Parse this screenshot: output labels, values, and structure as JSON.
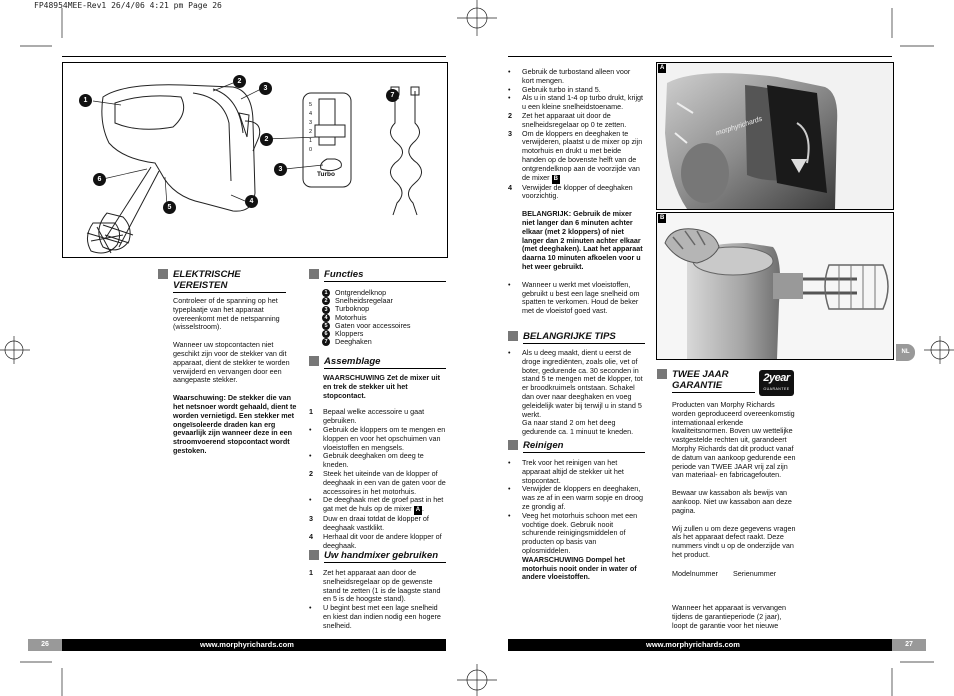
{
  "print_header": "FP48954MEE-Rev1  26/4/06  4:21 pm  Page 26",
  "diagram": {
    "callouts": [
      "1",
      "2",
      "3",
      "2",
      "3",
      "4",
      "5",
      "6",
      "7"
    ],
    "speed_marks": [
      "5",
      "4",
      "3",
      "2",
      "1",
      "0"
    ],
    "turbo_label": "Turbo"
  },
  "left": {
    "elec": {
      "title_1": "ELEKTRISCHE",
      "title_2": "VEREISTEN",
      "p1": "Controleer of de spanning op het typeplaatje van het apparaat overeenkomt met de netspanning (wisselstroom).",
      "p2": "Wanneer uw stopcontacten niet geschikt zijn voor de stekker van dit apparaat, dient de stekker te worden verwijderd en vervangen door een aangepaste stekker.",
      "p3": "Waarschuwing: De stekker die van het netsnoer wordt gehaald, dient te worden vernietigd. Een stekker met ongeïsoleerde draden kan erg gevaarlijk zijn wanneer deze in een stroomvoerend stopcontact wordt gestoken."
    },
    "functies": {
      "title": "Functies",
      "items": [
        "Ontgrendelknop",
        "Snelheidsregelaar",
        "Turboknop",
        "Motorhuis",
        "Gaten voor accessoires",
        "Kloppers",
        "Deeghaken"
      ],
      "nums": [
        "1",
        "2",
        "3",
        "4",
        "5",
        "6",
        "7"
      ]
    },
    "assemblage": {
      "title": "Assemblage",
      "warning": "WAARSCHUWING Zet de mixer uit en trek de stekker uit het stopcontact.",
      "s1": "Bepaal welke accessoire u gaat gebruiken.",
      "b1": "Gebruik de kloppers om te mengen en kloppen en voor het opschuimen van vloeistoffen en mengsels.",
      "b2": "Gebruik deeghaken om deeg te kneden.",
      "s2": "Steek het uiteinde van de klopper of deeghaak in een van de gaten voor de accessoires in het motorhuis.",
      "b3": "De deeghaak met de groef past in het gat met de huls op de mixer",
      "box_a": "A",
      "s3": "Duw en draai totdat de klopper of deeghaak vastklikt.",
      "s4": "Herhaal dit voor de andere klopper of deeghaak."
    },
    "handmixer": {
      "title": "Uw handmixer gebruiken",
      "s1": "Zet het apparaat aan door de snelheidsregelaar op de gewenste stand te zetten (1 is de laagste stand en 5 is de hoogste stand).",
      "b1": "U begint best met een lage snelheid en kiest dan indien nodig een hogere snelheid."
    },
    "footer_url": "www.morphyrichards.com",
    "page_num": "26"
  },
  "right": {
    "col1": {
      "b1": "Gebruik de turbostand alleen voor kort mengen.",
      "b2": "Gebruik turbo in stand 5.",
      "b3": "Als u in stand 1-4 op turbo drukt, krijgt u een kleine snelheidstoename.",
      "s2": "Zet het apparaat uit door de snelheidsregelaar op 0 te zetten.",
      "s3": "Om de kloppers en deeghaken te verwijderen, plaatst u de mixer op zijn motorhuis en drukt u met beide handen op de bovenste helft van de ontgrendelknop aan de voorzijde van de mixer",
      "box_b": "B",
      "s4": "Verwijder de klopper of deeghaken voorzichtig.",
      "important": "BELANGRIJK: Gebruik de mixer niet langer dan 6 minuten achter elkaar (met 2 kloppers) of niet langer dan 2 minuten achter elkaar (met deeghaken). Laat het apparaat daarna 10 minuten afkoelen voor u het weer gebruikt.",
      "b4": "Wanneer u werkt met vloeistoffen, gebruikt u best een lage snelheid om spatten te verkomen. Houd de beker met de vloeistof goed vast.",
      "tips_title": "BELANGRIJKE TIPS",
      "tip": "Als u deeg maakt, dient u eerst de droge ingrediënten, zoals olie, vet of boter, gedurende ca. 30 seconden in stand 5 te mengen met de klopper, tot er broodkruimels ontstaan. Schakel dan over naar deeghaken en voeg geleidelijk water bij terwijl u in stand 5 werkt.",
      "tip2": "Ga naar stand 2 om het deeg gedurende ca. 1 minuut te kneden.",
      "reinigen_title": "Reinigen",
      "r1": "Trek voor het reinigen van het apparaat altijd de stekker uit het stopcontact.",
      "r2": "Verwijder de kloppers en deeghaken, was ze af in een warm sopje en droog ze grondig af.",
      "r3": "Veeg het motorhuis schoon met een vochtige doek. Gebruik nooit schurende reinigingsmiddelen of producten op basis van oplosmiddelen.",
      "r_warn": "WAARSCHUWING Dompel het motorhuis nooit onder in water of andere vloeistoffen."
    },
    "photo_a_label": "A",
    "photo_b_label": "B",
    "photo_a_brand": "morphyrichards",
    "warranty": {
      "title_1": "TWEE JAAR",
      "title_2": "GARANTIE",
      "badge_big": "2year",
      "badge_small": "GUARANTEE",
      "p1": "Producten van Morphy Richards worden geproduceerd overeenkomstig internationaal erkende kwaliteitsnormen. Boven uw wettelijke vastgestelde rechten uit, garandeert Morphy Richards dat dit product vanaf de datum van aankoop gedurende een periode van TWEE JAAR vrij zal zijn van materiaal- en fabricagefouten.",
      "p2": "Bewaar uw kassabon als bewijs van aankoop. Niet uw kassabon aan deze pagina.",
      "p3": "Wij zullen u om deze gegevens vragen als het apparaat defect raakt. Deze nummers vindt u op de onderzijde van het product.",
      "model": "Modelnummer",
      "serial": "Serienummer",
      "p4": "Wanneer het apparaat is vervangen tijdens de garantieperiode (2 jaar), loopt de garantie voor het nieuwe"
    },
    "nl_tab": "NL",
    "footer_url": "www.morphyrichards.com",
    "page_num": "27"
  }
}
